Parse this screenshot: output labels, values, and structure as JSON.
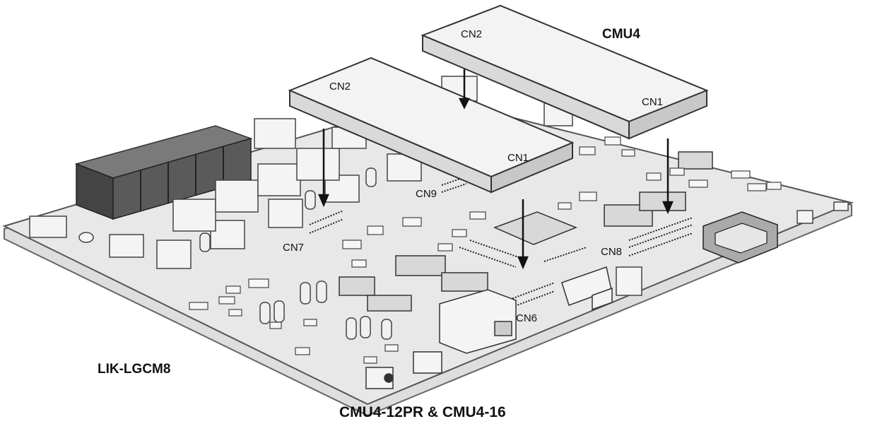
{
  "labels": {
    "module_top": "CMU4",
    "main_board": "LIK-LGCM8",
    "caption": "CMU4-12PR & CMU4-16"
  },
  "connectors": {
    "cn2_rear": "CN2",
    "cn2_front": "CN2",
    "cn1_rear": "CN1",
    "cn1_front": "CN1",
    "cn9": "CN9",
    "cn7": "CN7",
    "cn8": "CN8",
    "cn6": "CN6"
  },
  "colors": {
    "board": "#e6e6e6",
    "board_edge": "#9a9a9a",
    "module": "#efefef",
    "rj_block": "#555555",
    "ink": "#111111"
  }
}
